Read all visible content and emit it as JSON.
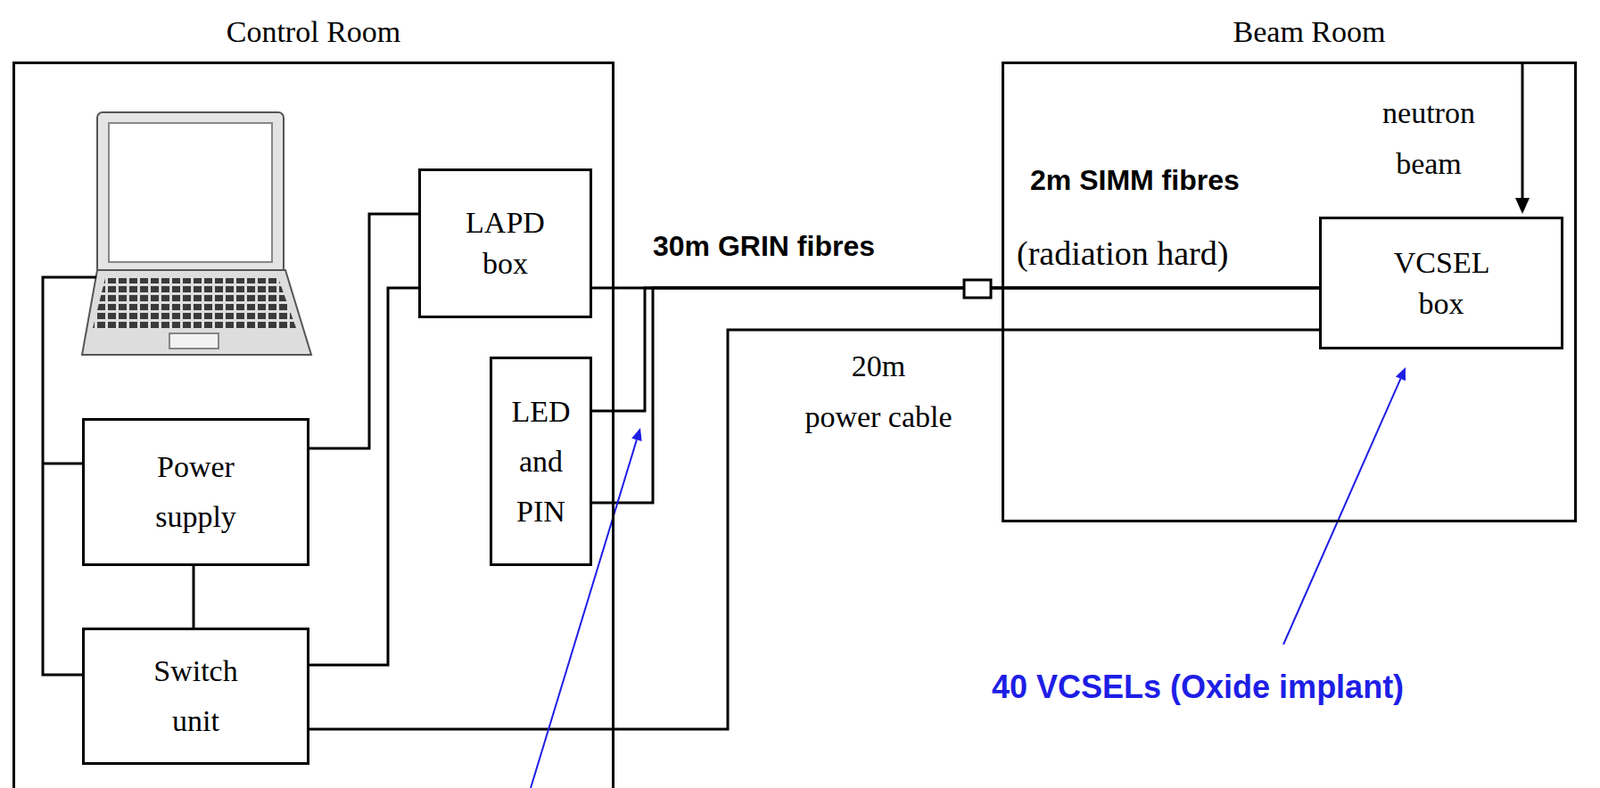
{
  "diagram": {
    "nodes": [
      {
        "text": [
          "Control Room"
        ]
      },
      {
        "text": [
          "LAPD box"
        ],
        "in": 0
      },
      {
        "text": [
          "LED and PIN"
        ],
        "in": 0
      },
      {
        "text": [
          "Power supply"
        ],
        "in": 0
      },
      {
        "text": [
          "Switch unit"
        ],
        "in": 0
      },
      {
        "text": [
          "Beam Room"
        ]
      },
      {
        "text": [
          "VCSEL box"
        ],
        "in": 5
      }
    ],
    "edges": [
      {
        "from": 3,
        "to": 4,
        "arrow": "none"
      },
      {
        "from": 3,
        "to": 1,
        "arrow": "none"
      },
      {
        "from": 4,
        "to": 1,
        "arrow": "none"
      },
      {
        "from": 1,
        "to": 6,
        "arrow": "none"
      },
      {
        "from": 2,
        "to": 6,
        "arrow": "none"
      },
      {
        "from": 2,
        "to": 6,
        "arrow": "none"
      },
      {
        "from": 4,
        "to": 6,
        "arrow": "none"
      }
    ],
    "labels": [
      "neutron beam",
      "2m SIMM fibres",
      "(radiation hard)",
      "30m GRIN fibres",
      "20m power cable",
      "40 VCSELs (Oxide implant)"
    ]
  }
}
